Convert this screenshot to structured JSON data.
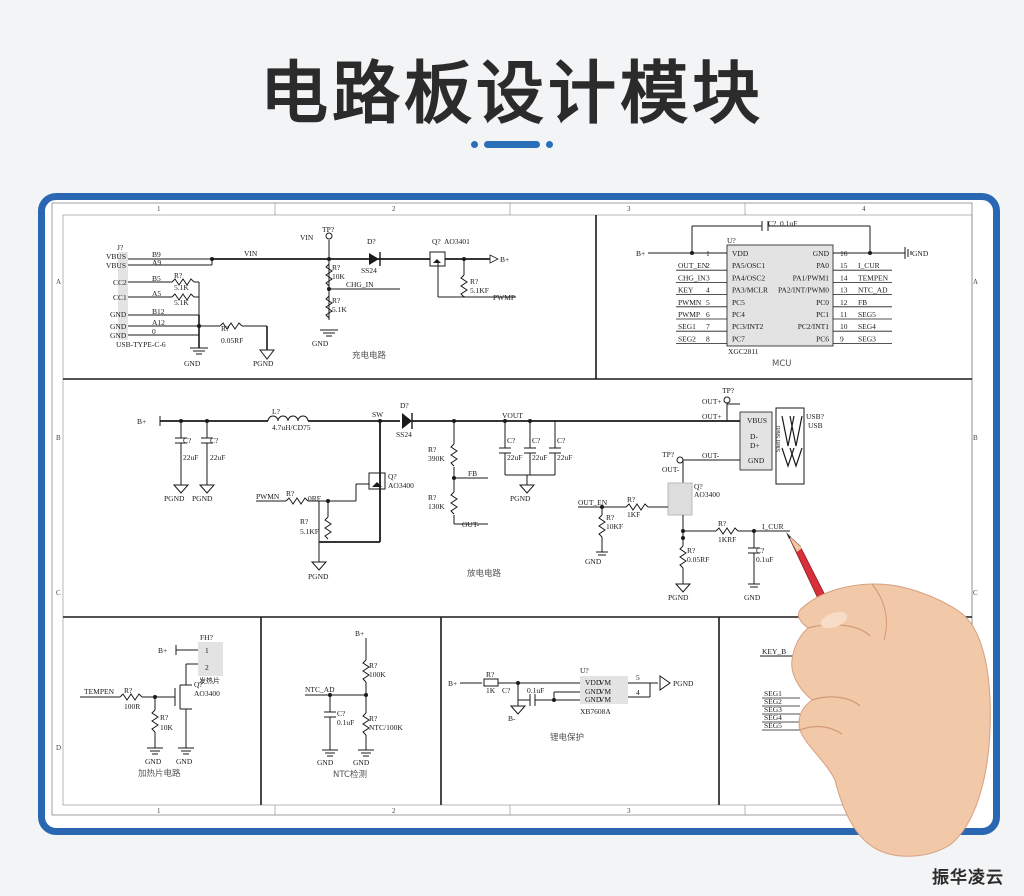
{
  "page": {
    "title": "电路板设计模块",
    "brand": "振华凌云"
  },
  "grid": {
    "cols": [
      "1",
      "2",
      "3",
      "4"
    ],
    "rows": [
      "A",
      "B",
      "C",
      "D"
    ]
  },
  "colors": {
    "accent": "#2a67b3",
    "wire": "#1a1a1a",
    "pencil": "#d8303a"
  },
  "sections": {
    "charging": "充电电路",
    "mcu": "MCU",
    "discharge": "放电电路",
    "heater": "加热片电路",
    "ntc": "NTC检测",
    "battery": "锂电保护"
  },
  "usb_c": {
    "ref": "J?",
    "name": "USB-TYPE-C-6",
    "pins": [
      "VBUS",
      "VBUS",
      "CC2",
      "CC1",
      "GND",
      "GND",
      "GND"
    ],
    "pin_nums": [
      "B9",
      "A9",
      "B5",
      "A5",
      "B12",
      "A12",
      "0"
    ]
  },
  "charging_labels": {
    "vin": "VIN",
    "tp": "TP?",
    "tp_net": "VIN",
    "diode": "D?",
    "diode_val": "SS24",
    "mos": "Q?",
    "mos_val": "AO3401",
    "bplus": "B+",
    "chg_in": "CHG_IN",
    "pwmp": "PWMP",
    "r1": "R?",
    "r1v": "5.1K",
    "r2": "R?",
    "r2v": "5.1K",
    "r3": "R?",
    "r3v": "10K",
    "r4": "R?",
    "r4v": "5.1K",
    "r5": "R?",
    "r5v": "5.1KF",
    "rs": "R?",
    "rsv": "0.05RF",
    "gnd": "GND",
    "pgnd": "PGND"
  },
  "mcu": {
    "ref": "U?",
    "part": "XGC2811",
    "cap": "C?",
    "cap_val": "0.1uF",
    "bplus": "B+",
    "gnd": "GND",
    "left_pins": [
      "VDD",
      "PA5/OSC1",
      "PA4/OSC2",
      "PA3/MCLR",
      "PC5",
      "PC4",
      "PC3/INT2",
      "PC7"
    ],
    "left_nums": [
      "1",
      "2",
      "3",
      "4",
      "5",
      "6",
      "7",
      "8"
    ],
    "left_nets": [
      "",
      "OUT_EN",
      "CHG_IN",
      "KEY",
      "PWMN",
      "PWMP",
      "SEG1",
      "SEG2"
    ],
    "right_pins": [
      "GND",
      "PA0",
      "PA1/PWM1",
      "PA2/INT/PWM0",
      "PC0",
      "PC1",
      "PC2/INT1",
      "PC6"
    ],
    "right_nums": [
      "16",
      "15",
      "14",
      "13",
      "12",
      "11",
      "10",
      "9"
    ],
    "right_nets": [
      "",
      "I_CUR",
      "TEMPEN",
      "NTC_AD",
      "FB",
      "SEG5",
      "SEG4",
      "SEG3"
    ]
  },
  "discharge_labels": {
    "bplus": "B+",
    "l": "L?",
    "lv": "4.7uH/CD75",
    "sw": "SW",
    "d": "D?",
    "dv": "SS24",
    "vout": "VOUT",
    "c": "C?",
    "cv": "22uF",
    "ra": "R?",
    "rav": "390K",
    "rb": "R?",
    "rbv": "130K",
    "fb": "FB",
    "outm": "OUT-",
    "pwmn": "PWMN",
    "rg": "R?",
    "rgv": "0RF",
    "rp": "R?",
    "rpv": "5.1KF",
    "q": "Q?",
    "qv": "AO3400",
    "pgnd": "PGND",
    "gnd": "GND",
    "tp": "TP?",
    "outp": "OUT+",
    "out4p": "OUT+",
    "out4m": "OUT-",
    "outm2": "OUT-",
    "out_en": "OUT_EN",
    "ren": "R?",
    "renv": "1KF",
    "rd": "R?",
    "rdv": "10KF",
    "q2": "Q?",
    "q2v": "AO3400",
    "ri": "R?",
    "riv": "1KRF",
    "icur": "I_CUR",
    "rs": "R?",
    "rsv": "0.05RF",
    "ci": "C?",
    "civ": "0.1uF",
    "usb_ref": "USB?",
    "usb_name": "USB",
    "usb_pins": [
      "VBUS",
      "D-",
      "D+",
      "GND"
    ],
    "shell": "Shell Shell"
  },
  "heater_labels": {
    "bplus": "B+",
    "fh": "FH?",
    "fh_val": "发热片",
    "tempen": "TEMPEN",
    "r1": "R?",
    "r1v": "100R",
    "r2": "R?",
    "r2v": "10K",
    "q": "Q?",
    "qv": "AO3400",
    "gnd": "GND"
  },
  "ntc_labels": {
    "bplus": "B+",
    "r1": "R?",
    "r1v": "100K",
    "ntc_ad": "NTC_AD",
    "c": "C?",
    "cv": "0.1uF",
    "r2": "R?",
    "r2v": "NTC/100K",
    "gnd": "GND"
  },
  "battery_labels": {
    "bplus": "B+",
    "r": "R?",
    "rv": "1K",
    "c": "C?",
    "cv": "0.1uF",
    "bminus": "B-",
    "u": "U?",
    "uv": "XB7608A",
    "pins": [
      "VDD",
      "GND",
      "GND"
    ],
    "pins_r": [
      "VM",
      "VM",
      "VM"
    ],
    "pin_nums": [
      "5",
      "4"
    ],
    "pgnd": "PGND"
  },
  "key_labels": {
    "key": "KEY_B",
    "segs": [
      "SEG1",
      "SEG2",
      "SEG3",
      "SEG4",
      "SEG5"
    ]
  }
}
